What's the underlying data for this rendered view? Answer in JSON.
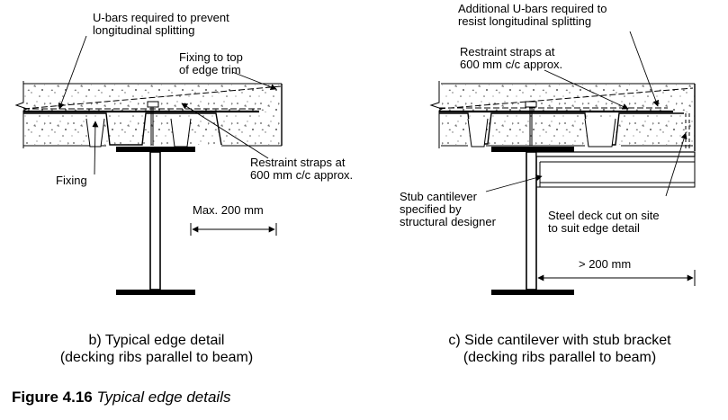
{
  "detail_b": {
    "label_ubars": "U-bars required to prevent\nlongitudinal splitting",
    "label_fixing_top": "Fixing to top\nof edge trim",
    "label_fixing": "Fixing",
    "label_restraint": "Restraint straps at\n600 mm c/c approx.",
    "label_dimension": "Max. 200 mm",
    "caption": "b) Typical edge detail\n(decking ribs parallel to beam)"
  },
  "detail_c": {
    "label_ubars": "Additional U-bars required to\nresist longitudinal splitting",
    "label_restraint": "Restraint straps at\n600 mm c/c approx.",
    "label_stub": "Stub cantilever\nspecified by\nstructural designer",
    "label_deck": "Steel deck cut on site\nto suit edge detail",
    "label_dimension": "> 200 mm",
    "caption": "c) Side cantilever with stub bracket\n(decking ribs parallel to beam)"
  },
  "figure": {
    "number": "Figure 4.16",
    "title": "Typical edge details"
  }
}
